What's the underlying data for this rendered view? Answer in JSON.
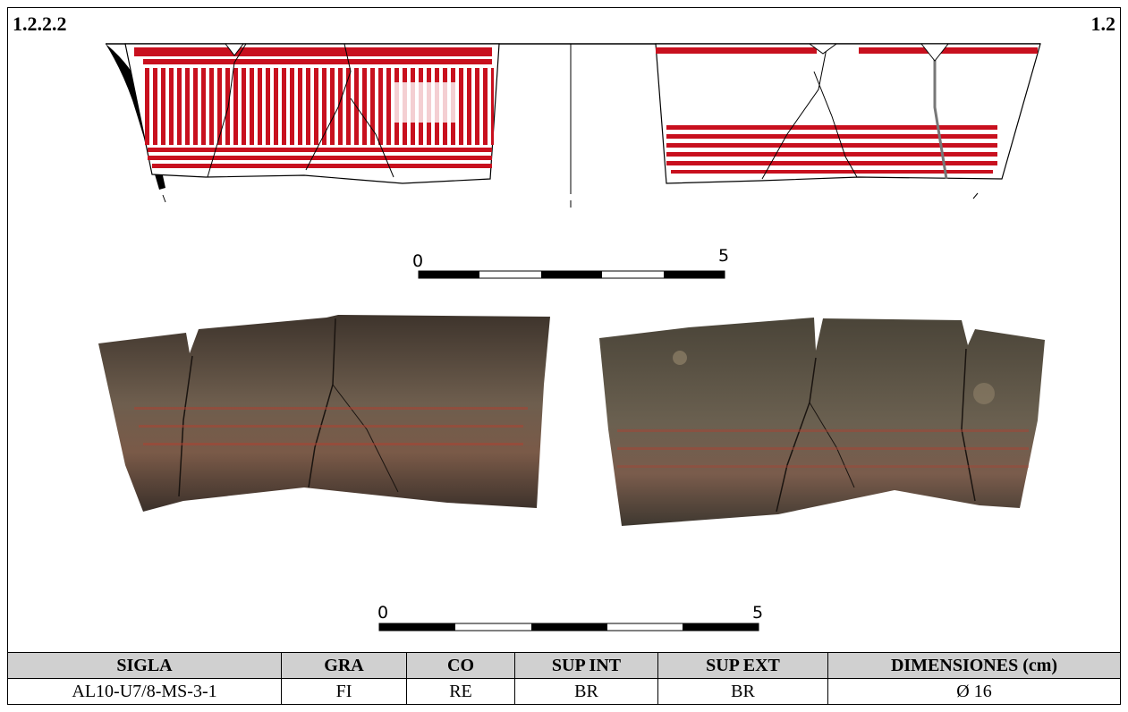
{
  "labels": {
    "left": "1.2.2.2",
    "right": "1.2"
  },
  "drawing_scale": {
    "start": "0",
    "end": "5"
  },
  "photo_scale": {
    "start": "0",
    "end": "5"
  },
  "table": {
    "headers": [
      "SIGLA",
      "GRA",
      "CO",
      "SUP INT",
      "SUP EXT",
      "DIMENSIONES (cm)"
    ],
    "row": [
      "AL10-U7/8-MS-3-1",
      "FI",
      "RE",
      "BR",
      "BR",
      "Ø 16"
    ]
  },
  "colors": {
    "paint_red": "#c8101e",
    "sherd_dark": "#4a3d33",
    "sherd_light": "#8a7a66"
  }
}
